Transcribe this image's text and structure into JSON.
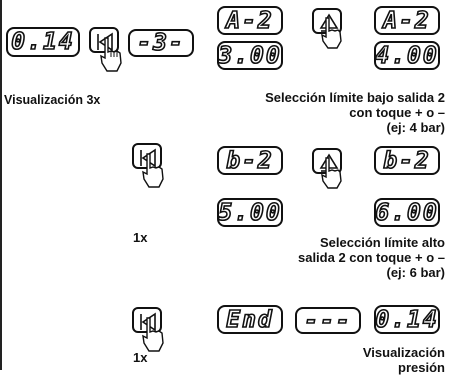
{
  "row1": {
    "display_start": "0.14",
    "display_mid": "-3-",
    "caption_left": "Visualización  3x",
    "display_a1": "A-2",
    "display_v1": "3.00",
    "display_a2": "A-2",
    "display_v2": "4.00",
    "caption_right_lines": [
      "Selección límite bajo salida 2",
      "con toque + o –",
      "(ej: 4 bar)"
    ]
  },
  "row2": {
    "caption_left": "1x",
    "display_b1": "b-2",
    "display_v1": "5.00",
    "display_b2": "b-2",
    "display_v2": "6.00",
    "caption_right_lines": [
      "Selección límite alto",
      "salida 2 con toque + o –",
      "(ej: 6 bar)"
    ]
  },
  "row3": {
    "caption_left": "1x",
    "display_end": "End",
    "display_dash": "---",
    "display_final": "0.14",
    "caption_right_lines": [
      "Visualización",
      "presión"
    ]
  },
  "icons": {
    "back": "back-arrow-button",
    "up": "up-arrow-button",
    "hand": "pointing-hand"
  }
}
